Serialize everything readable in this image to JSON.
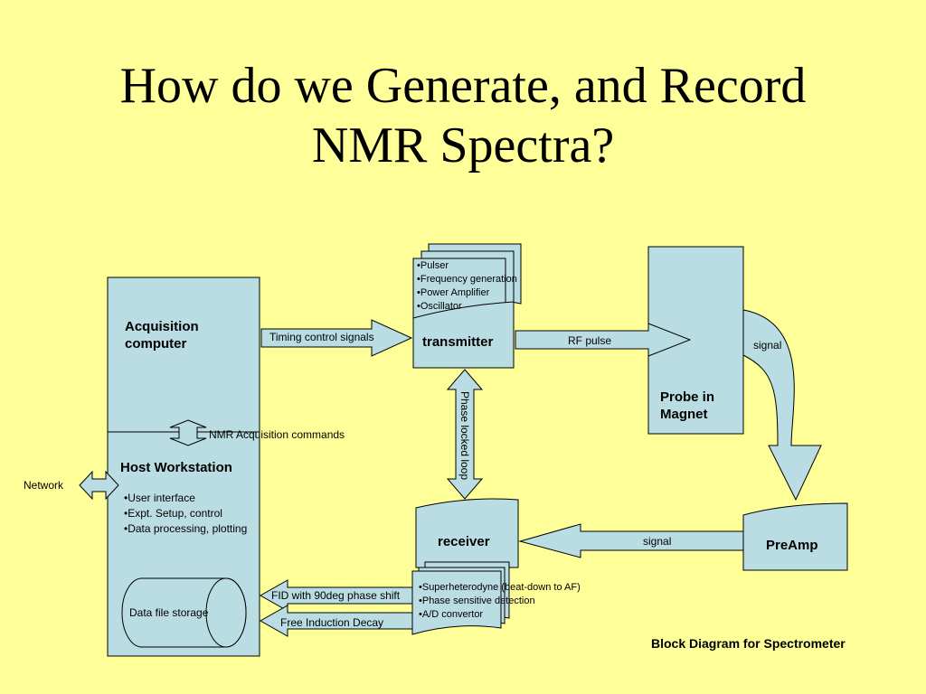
{
  "title_line1": "How do we Generate, and Record",
  "title_line2": "NMR Spectra?",
  "acquisition": {
    "line1": "Acquisition",
    "line2": "computer"
  },
  "host": {
    "title": "Host Workstation",
    "items": [
      "•User interface",
      "•Expt. Setup, control",
      "•Data processing, plotting"
    ]
  },
  "storage": "Data file storage",
  "transmitter": {
    "label": "transmitter",
    "items": [
      "•Pulser",
      "•Frequency generation",
      "•Power Amplifier",
      "•Oscillator"
    ]
  },
  "probe": {
    "line1": "Probe in",
    "line2": "Magnet"
  },
  "preamp": "PreAmp",
  "receiver": {
    "label": "receiver",
    "items": [
      "•Superheterodyne (beat-down to AF)",
      "•Phase sensitive detection",
      "•A/D convertor"
    ]
  },
  "arrows": {
    "timing": "Timing control signals",
    "rf_pulse": "RF pulse",
    "signal_probe": "signal",
    "signal_preamp": "signal",
    "phase_lock": "Phase locked loop",
    "nmr_acq": "NMR Acquisition commands",
    "network": "Network",
    "fid90": "FID with 90deg phase shift",
    "fid": "Free Induction Decay"
  },
  "caption": "Block Diagram for Spectrometer",
  "colors": {
    "background": "#FFFF99",
    "box_fill": "#B9DDE3",
    "stroke": "#000000"
  }
}
